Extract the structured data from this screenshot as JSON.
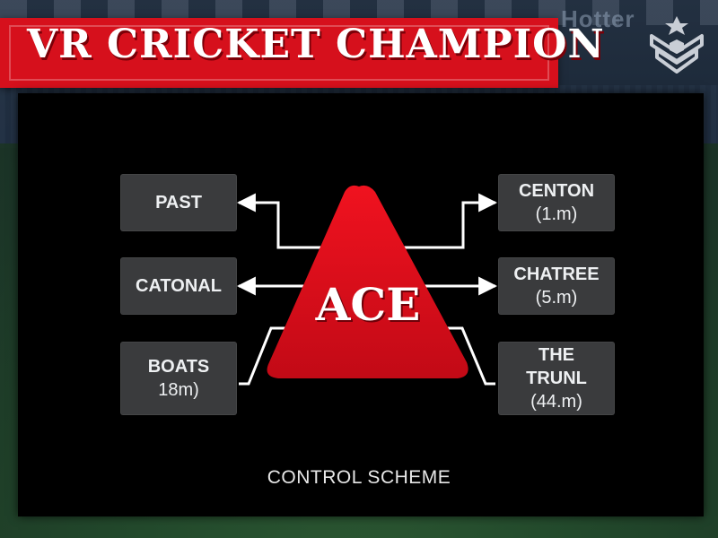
{
  "header": {
    "title": "VR CRICKET CHAMPION",
    "sponsor": "Hotter",
    "accent_color": "#d6101c",
    "logo_icon": "shield-chevron-icon"
  },
  "diagram": {
    "center_label": "ACE",
    "center_shape": "red-triangle",
    "left_items": [
      {
        "label": "PAST",
        "value": ""
      },
      {
        "label": "CATONAL",
        "value": ""
      },
      {
        "label": "BOATS",
        "value": "18m)"
      }
    ],
    "right_items": [
      {
        "label": "CENTON",
        "value": "(1.m)"
      },
      {
        "label": "CHATREE",
        "value": "(5.m)"
      },
      {
        "label": "THE\nTRUNL",
        "value": "(44.m)"
      }
    ]
  },
  "footer": {
    "caption": "CONTROL SCHEME"
  }
}
